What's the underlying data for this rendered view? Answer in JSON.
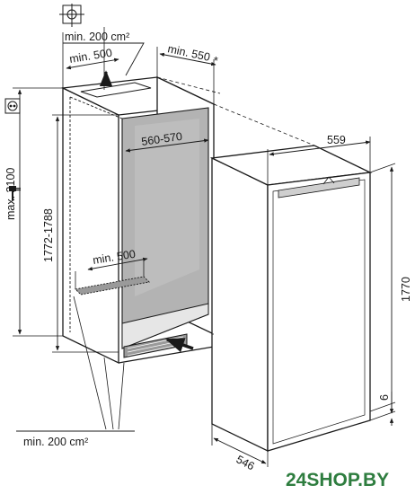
{
  "labels": {
    "top_vent_area": "min. 200 cm²",
    "top_vent_depth": "min. 500",
    "niche_depth": "min. 550",
    "niche_depth_asterisk": "*",
    "niche_width": "560-570",
    "niche_height": "1772-1788",
    "max_height": "max. 2100",
    "bottom_vent_depth": "min. 500",
    "bottom_vent_area": "min. 200 cm²",
    "appliance_width": "559",
    "appliance_height": "1770",
    "appliance_depth": "546",
    "plinth_gap": "6"
  },
  "watermark": "24SHOP.BY",
  "icons": {
    "top": "crosshair-target-icon",
    "socket": "power-socket-icon",
    "plug": "power-plug-icon",
    "air_in": "air-arrow-icon",
    "air_out": "air-arrow-icon"
  },
  "colors": {
    "line": "#1a1a1a",
    "niche_interior": "#b3b3b3",
    "appliance_fill": "#ffffff",
    "vent_grille": "#9a9a9a",
    "watermark": "#2e7d3f"
  }
}
